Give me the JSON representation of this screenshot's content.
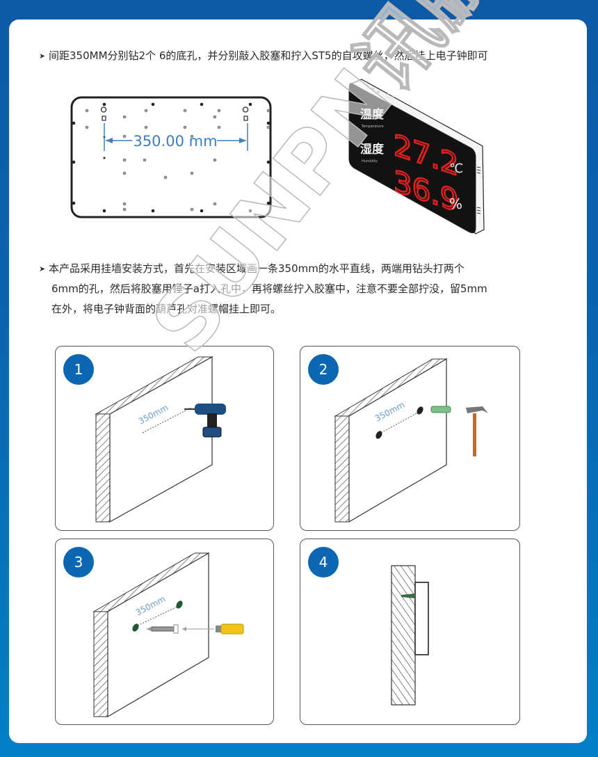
{
  "colors": {
    "background_top": "#0d5aa8",
    "background_bottom": "#0280c7",
    "step_badge": "#0b66b4",
    "dimension_text": "#3a7fc1",
    "led_red": "#e02020"
  },
  "section1": {
    "bullet": "➤",
    "text": "间距350MM分别钻2个 6的底孔，并分别敲入胶塞和拧入ST5的自攻螺丝，然后挂上电子钟即可"
  },
  "back_panel": {
    "dimension_label": "350.00 mm"
  },
  "device": {
    "row1_label_cn": "温度",
    "row1_label_en": "Temperature",
    "row1_value": "27.2",
    "row1_unit": "℃",
    "row2_label_cn": "湿度",
    "row2_label_en": "Humidity",
    "row2_value": "36.9",
    "row2_unit": "%"
  },
  "section2": {
    "bullet": "➤",
    "lines": [
      "本产品采用挂墙安装方式，首先在安装区域画一条350mm的水平直线，两端用钻头打两个",
      "6mm的孔，然后将胶塞用锤子a打入孔中，再将螺丝拧入胶塞中，注意不要全部拧没，留5mm",
      "在外，将电子钟背面的葫芦孔对准螺帽挂上即可。"
    ]
  },
  "steps": [
    {
      "number": "1",
      "dimension_label": "350mm",
      "tool": "drill"
    },
    {
      "number": "2",
      "dimension_label": "350mm",
      "tool": "hammer"
    },
    {
      "number": "3",
      "dimension_label": "350mm",
      "tool": "screwdriver"
    },
    {
      "number": "4",
      "dimension_label": "",
      "tool": "side-view"
    }
  ],
  "watermark": "SUNPN讯鹏"
}
